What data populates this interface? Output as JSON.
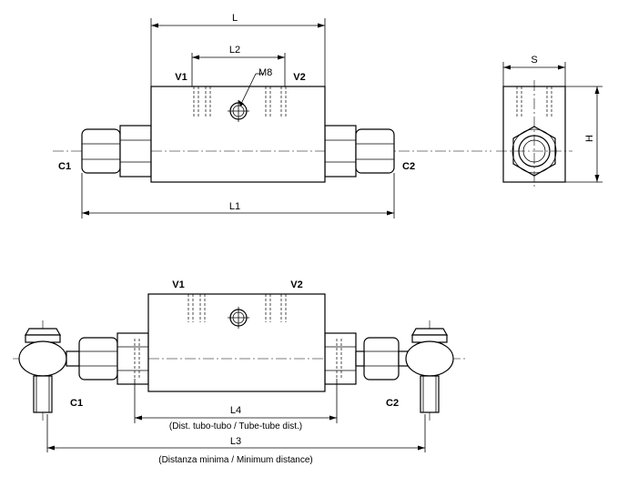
{
  "labels": {
    "L": "L",
    "L2": "L2",
    "M8": "M8",
    "V1": "V1",
    "V2": "V2",
    "C1": "C1",
    "C2": "C2",
    "L1": "L1",
    "S": "S",
    "H": "H",
    "L4": "L4",
    "L4_note": "(Dist. tubo-tubo / Tube-tube dist.)",
    "L3": "L3",
    "L3_note": "(Distanza minima / Minimum distance)"
  }
}
